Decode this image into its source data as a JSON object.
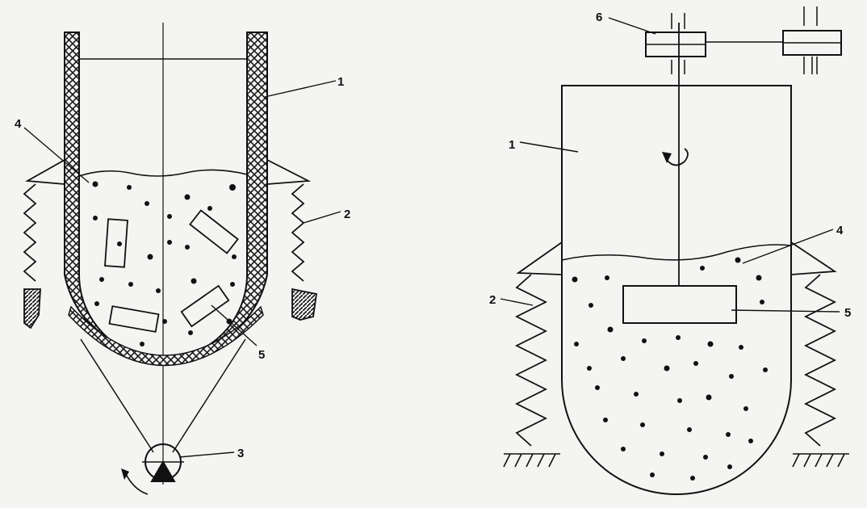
{
  "colors": {
    "ink": "#111111",
    "paper": "#f4f4f2",
    "hatch": "#1a1a1a"
  },
  "left_figure": {
    "labels": {
      "vessel": "1",
      "spring": "2",
      "vibrator": "3",
      "medium": "4",
      "part": "5"
    }
  },
  "right_figure": {
    "labels": {
      "vessel": "1",
      "spring": "2",
      "medium": "4",
      "part": "5",
      "drive": "6"
    }
  }
}
